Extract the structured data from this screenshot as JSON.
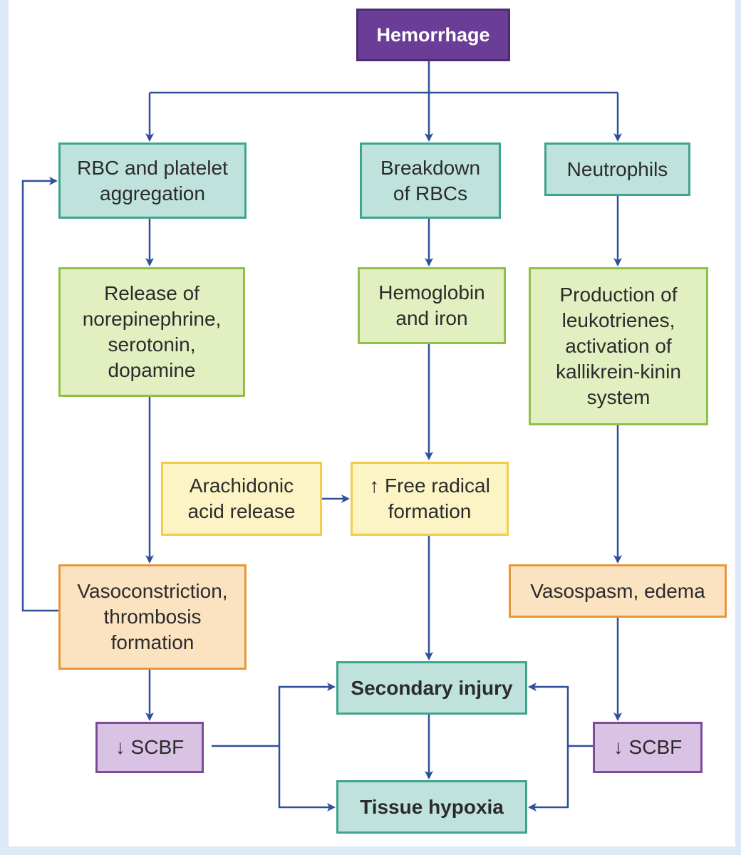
{
  "nodes": {
    "hemorrhage": "Hemorrhage",
    "rbc_platelet": "RBC and platelet\naggregation",
    "breakdown_rbcs": "Breakdown\nof RBCs",
    "neutrophils": "Neutrophils",
    "release_of": "Release of\nnorepinephrine,\nserotonin,\ndopamine",
    "hemoglobin_iron": "Hemoglobin\nand iron",
    "production_of": "Production of\nleukotrienes,\nactivation of\nkallikrein-kinin\nsystem",
    "arachidonic": "Arachidonic\nacid release",
    "free_radical": "↑ Free radical\nformation",
    "vasoconstriction": "Vasoconstriction,\nthrombosis\nformation",
    "vasospasm": "Vasospasm, edema",
    "secondary_injury": "Secondary injury",
    "scbf_left": "↓ SCBF",
    "scbf_right": "↓ SCBF",
    "tissue_hypoxia": "Tissue hypoxia"
  },
  "colors": {
    "arrow": "#2f4f9a",
    "header_purple": "#6a3d96",
    "teal": "#bfe3dc",
    "green": "#e2efc0",
    "yellow": "#fdf4c6",
    "orange": "#fbe2c0",
    "violet": "#d9c2e4"
  }
}
